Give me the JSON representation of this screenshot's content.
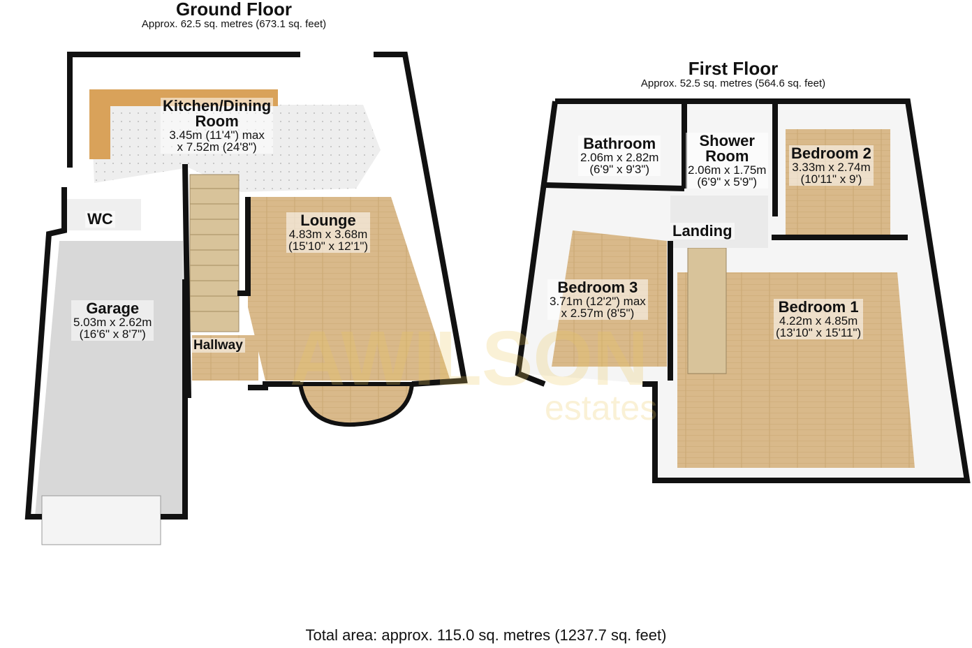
{
  "ground_floor": {
    "title": "Ground Floor",
    "area": "Approx. 62.5 sq. metres (673.1 sq. feet)",
    "rooms": [
      {
        "name": "Kitchen/Dining Room",
        "line1": "Kitchen/Dining",
        "line2": "Room",
        "dims_m": "3.45m (11'4\") max",
        "dims_ft": "x 7.52m (24'8\")"
      },
      {
        "name": "WC"
      },
      {
        "name": "Lounge",
        "dims_m": "4.83m x 3.68m",
        "dims_ft": "(15'10\" x 12'1\")"
      },
      {
        "name": "Garage",
        "dims_m": "5.03m x 2.62m",
        "dims_ft": "(16'6\" x 8'7\")"
      },
      {
        "name": "Hallway"
      }
    ]
  },
  "first_floor": {
    "title": "First Floor",
    "area": "Approx. 52.5 sq. metres (564.6 sq. feet)",
    "rooms": [
      {
        "name": "Bathroom",
        "dims_m": "2.06m x 2.82m",
        "dims_ft": "(6'9\" x 9'3\")"
      },
      {
        "name": "Shower Room",
        "line1": "Shower",
        "line2": "Room",
        "dims_m": "2.06m x 1.75m",
        "dims_ft": "(6'9\" x 5'9\")"
      },
      {
        "name": "Bedroom 2",
        "dims_m": "3.33m x 2.74m",
        "dims_ft": "(10'11\" x 9')"
      },
      {
        "name": "Landing"
      },
      {
        "name": "Bedroom 3",
        "dims_m": "3.71m (12'2\") max",
        "dims_ft": "x 2.57m (8'5\")"
      },
      {
        "name": "Bedroom 1",
        "dims_m": "4.22m x 4.85m",
        "dims_ft": "(13'10\" x 15'11\")"
      }
    ]
  },
  "watermark": {
    "brand": "AWILSON",
    "sub": "estates"
  },
  "total_area": "Total area: approx. 115.0 sq. metres (1237.7 sq. feet)",
  "colors": {
    "wall": "#111111",
    "wood": "#d9b98a",
    "tile": "#ececec",
    "garage": "#d6d6d6",
    "wallface": "#f4f4f4"
  }
}
